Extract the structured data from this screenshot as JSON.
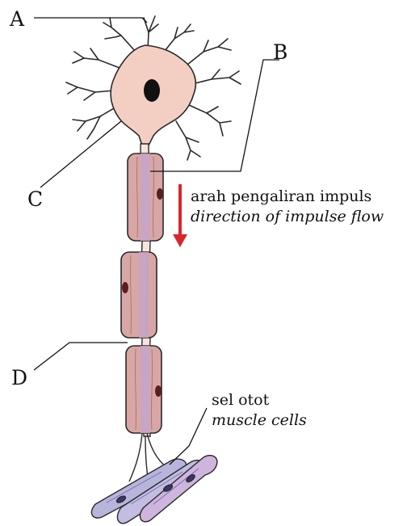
{
  "labels": {
    "a": "A",
    "b": "B",
    "c": "C",
    "d": "D"
  },
  "impulse": {
    "line1": "arah pengaliran impuls",
    "line2": "direction of impulse flow"
  },
  "muscle": {
    "line1": "sel otot",
    "line2": "muscle cells"
  },
  "colors": {
    "cell_body": "#f3cfc3",
    "nucleus": "#111111",
    "axon": "#f7e4dc",
    "myelin": "#d9a6a6",
    "myelin_inner": "#c4a4c8",
    "muscle": "#b8b5dc",
    "arrow": "#d9262b",
    "outline": "#2a2a2a"
  }
}
